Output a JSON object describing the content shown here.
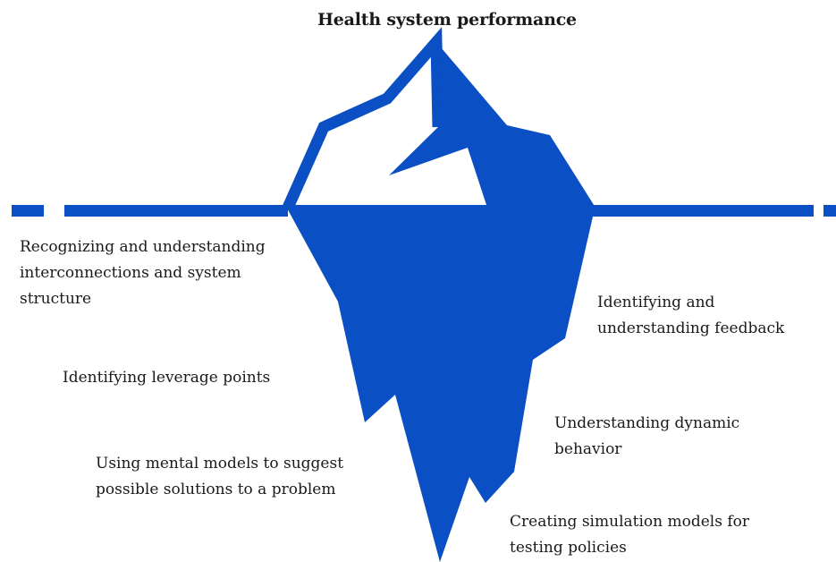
{
  "title": "Health system performance",
  "colors": {
    "iceberg": "#0a4fc4",
    "background": "#ffffff",
    "text": "#1a1a1a"
  },
  "labels": {
    "interconnections": [
      "Recognizing and understanding",
      "interconnections and system",
      "structure"
    ],
    "leverage": [
      "Identifying leverage points"
    ],
    "mental_models": [
      "Using mental models to suggest",
      "possible solutions to a problem"
    ],
    "feedback": [
      "Identifying and",
      "understanding feedback"
    ],
    "dynamic_behavior": [
      "Understanding dynamic",
      "behavior"
    ],
    "simulation": [
      "Creating simulation models for",
      "testing policies"
    ]
  }
}
